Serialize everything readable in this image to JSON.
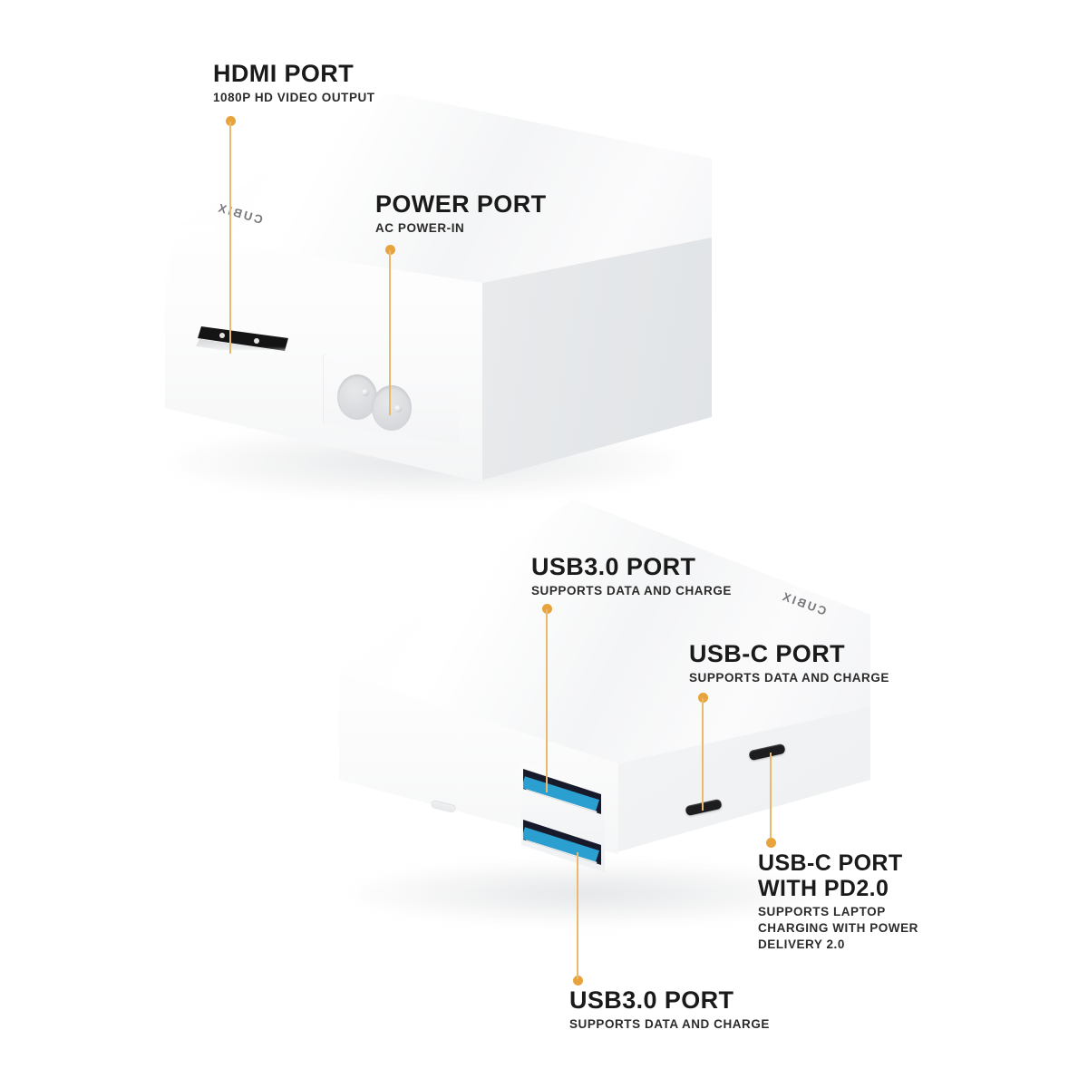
{
  "diagram": {
    "brand_name": "CUBIX",
    "accent_color": "#e8a33d",
    "leader_color": "#e9ba6e",
    "background_color": "#ffffff",
    "text_color": "#1a1a1a"
  },
  "callouts": [
    {
      "id": "hdmi",
      "title": "HDMI PORT",
      "subtitle": "1080P HD VIDEO OUTPUT"
    },
    {
      "id": "power",
      "title": "POWER PORT",
      "subtitle": "AC POWER-IN"
    },
    {
      "id": "usb3-top",
      "title": "USB3.0 PORT",
      "subtitle": "SUPPORTS DATA AND CHARGE"
    },
    {
      "id": "usbc",
      "title": "USB-C PORT",
      "subtitle": "SUPPORTS DATA AND CHARGE"
    },
    {
      "id": "usbc-pd",
      "title": "USB-C PORT\nWITH PD2.0",
      "subtitle": "SUPPORTS LAPTOP\nCHARGING WITH POWER\nDELIVERY 2.0"
    },
    {
      "id": "usb3-bottom",
      "title": "USB3.0 PORT",
      "subtitle": "SUPPORTS DATA AND CHARGE"
    }
  ],
  "devices": [
    {
      "id": "device-front",
      "brand_label": "CUBIX"
    },
    {
      "id": "device-rear",
      "brand_label": "CUBIX"
    }
  ]
}
